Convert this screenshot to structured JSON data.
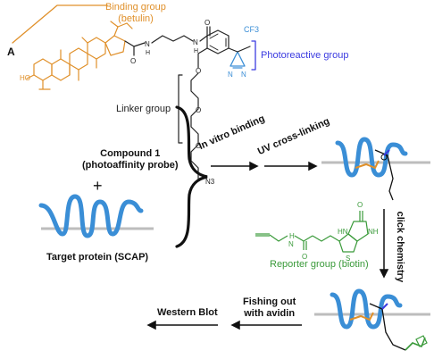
{
  "panel_letter": "A",
  "binding_group_label": "Binding group\n(betulin)",
  "photoreactive_label": "Photoreactive group",
  "linker_label": "Linker group",
  "compound_label": "Compound 1\n(photoaffinity probe)",
  "plus_sign": "+",
  "target_label": "Target protein (SCAP)",
  "step_in_vitro": "In vitro binding",
  "step_uv": "UV cross-linking",
  "step_click": "click chemistry",
  "reporter_label": "Reporter group (biotin)",
  "step_fishing": "Fishing out\nwith avidin",
  "step_western": "Western Blot",
  "chem": {
    "cf3": "CF3",
    "n3": "N3",
    "n": "N",
    "h": "H",
    "o": "O",
    "s": "S",
    "ho": "HO",
    "hn": "HN",
    "nh": "NH"
  },
  "colors": {
    "orange": "#e0902a",
    "blue": "#3a8ed6",
    "violet": "#3b3be0",
    "green": "#3a9a3a",
    "membrane": "#bdbdbd",
    "black": "#111111"
  }
}
